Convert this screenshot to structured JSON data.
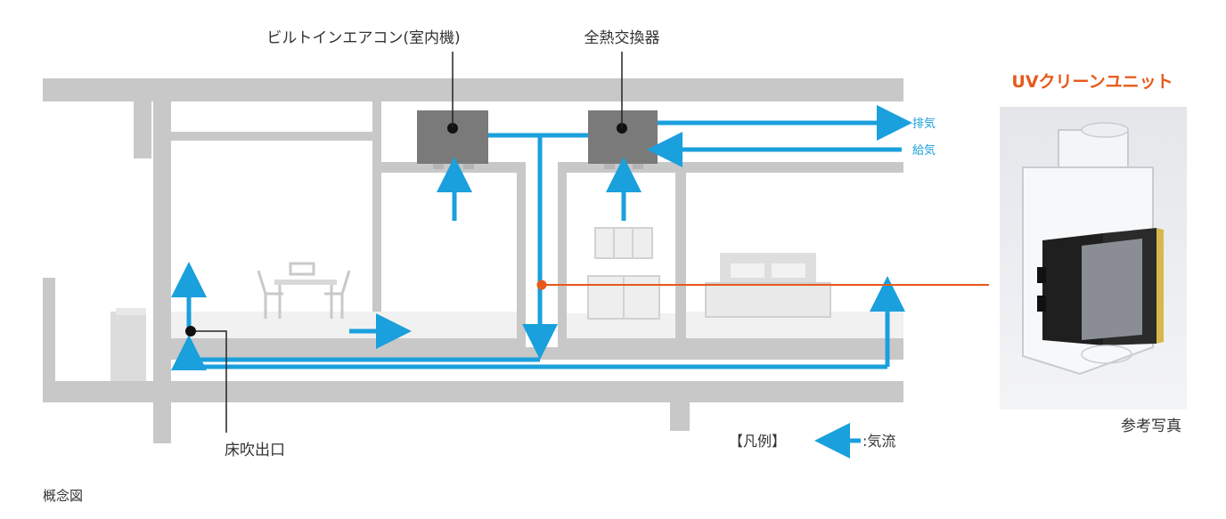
{
  "labels": {
    "aircon": "ビルトインエアコン(室内機)",
    "heat_exchanger": "全熱交換器",
    "exhaust": "排気",
    "supply": "給気",
    "floor_outlet": "床吹出口",
    "legend_bracket": "【凡例】",
    "legend_airflow": ":気流",
    "caption": "概念図"
  },
  "uv_unit": {
    "title": "UVクリーンユニット",
    "photo_caption": "参考写真"
  },
  "colors": {
    "structure": "#c8c8c8",
    "airflow": "#1aa0dc",
    "uv_accent": "#e8591a",
    "unit_box": "#7a7a7a",
    "leader": "#222222"
  }
}
